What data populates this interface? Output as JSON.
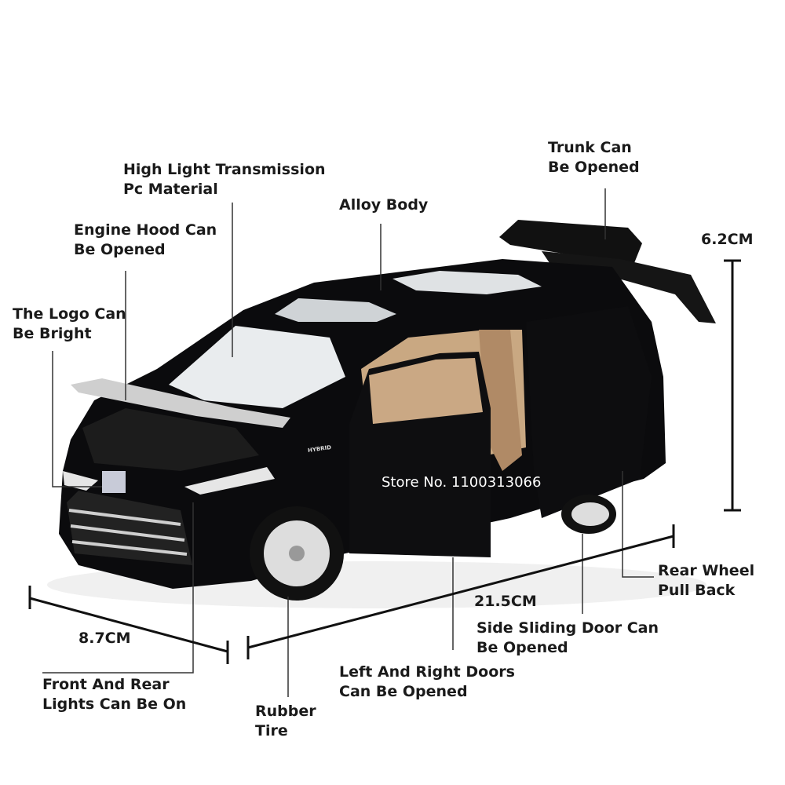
{
  "labels": {
    "pc_material": [
      "High Light Transmission",
      "Pc Material"
    ],
    "trunk": [
      "Trunk Can",
      "Be Opened"
    ],
    "alloy_body": [
      "Alloy Body"
    ],
    "engine_hood": [
      "Engine Hood Can",
      "Be Opened"
    ],
    "logo": [
      "The Logo Can",
      "Be Bright"
    ],
    "rear_wheel": [
      "Rear Wheel",
      "Pull Back"
    ],
    "side_door": [
      "Side Sliding Door Can",
      "Be Opened"
    ],
    "lr_doors": [
      "Left And Right Doors",
      "Can Be Opened"
    ],
    "lights": [
      "Front And Rear",
      "Lights Can Be On"
    ],
    "tire": [
      "Rubber",
      "Tire"
    ]
  },
  "dimensions": {
    "height": "6.2CM",
    "length": "21.5CM",
    "width": "8.7CM"
  },
  "watermark": "Store No. 1100313066",
  "badge_text": "HYBRID",
  "colors": {
    "body": "#0b0b0d",
    "interior": "#c9a882",
    "chrome": "#d8d8d8"
  }
}
